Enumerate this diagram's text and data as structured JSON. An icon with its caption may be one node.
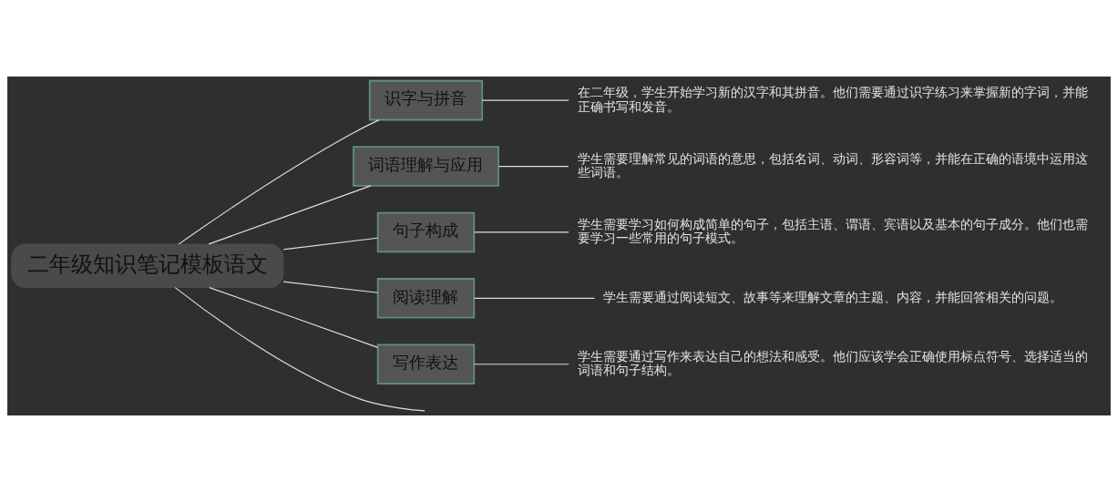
{
  "diagram": {
    "nodes": [
      {
        "text": [
          "二年级知识笔记模板语文"
        ]
      },
      {
        "text": [
          "识字与拼音"
        ]
      },
      {
        "text": [
          "在二年级，学生开始学习新的汉字和其拼音。他们需要通过识字练习来掌握新的字词，并能正确书写和发音。"
        ]
      },
      {
        "text": [
          "词语理解与应用"
        ]
      },
      {
        "text": [
          "学生需要理解常见的词语的意思，包括名词、动词、形容词等，并能在正确的语境中运用这些词语。"
        ]
      },
      {
        "text": [
          "句子构成"
        ]
      },
      {
        "text": [
          "学生需要学习如何构成简单的句子，包括主语、谓语、宾语以及基本的句子成分。他们也需要学习一些常用的句子模式。"
        ]
      },
      {
        "text": [
          "阅读理解"
        ]
      },
      {
        "text": [
          "学生需要通过阅读短文、故事等来理解文章的主题、内容，并能回答相关的问题。"
        ]
      },
      {
        "text": [
          "写作表达"
        ]
      },
      {
        "text": [
          "学生需要通过写作来表达自己的想法和感受。他们应该学会正确使用标点符号、选择适当的词语和句子结构。"
        ]
      }
    ],
    "edges": [
      {
        "from": 0,
        "to": 1,
        "arrow": "none"
      },
      {
        "from": 0,
        "to": 3,
        "arrow": "none"
      },
      {
        "from": 0,
        "to": 5,
        "arrow": "none"
      },
      {
        "from": 0,
        "to": 7,
        "arrow": "none"
      },
      {
        "from": 0,
        "to": 9,
        "arrow": "none"
      },
      {
        "from": 0,
        "to": null,
        "arrow": "none"
      },
      {
        "from": 1,
        "to": 2,
        "arrow": "none"
      },
      {
        "from": 3,
        "to": 4,
        "arrow": "none"
      },
      {
        "from": 5,
        "to": 6,
        "arrow": "none"
      },
      {
        "from": 7,
        "to": 8,
        "arrow": "none"
      },
      {
        "from": 9,
        "to": 10,
        "arrow": "none"
      }
    ]
  }
}
